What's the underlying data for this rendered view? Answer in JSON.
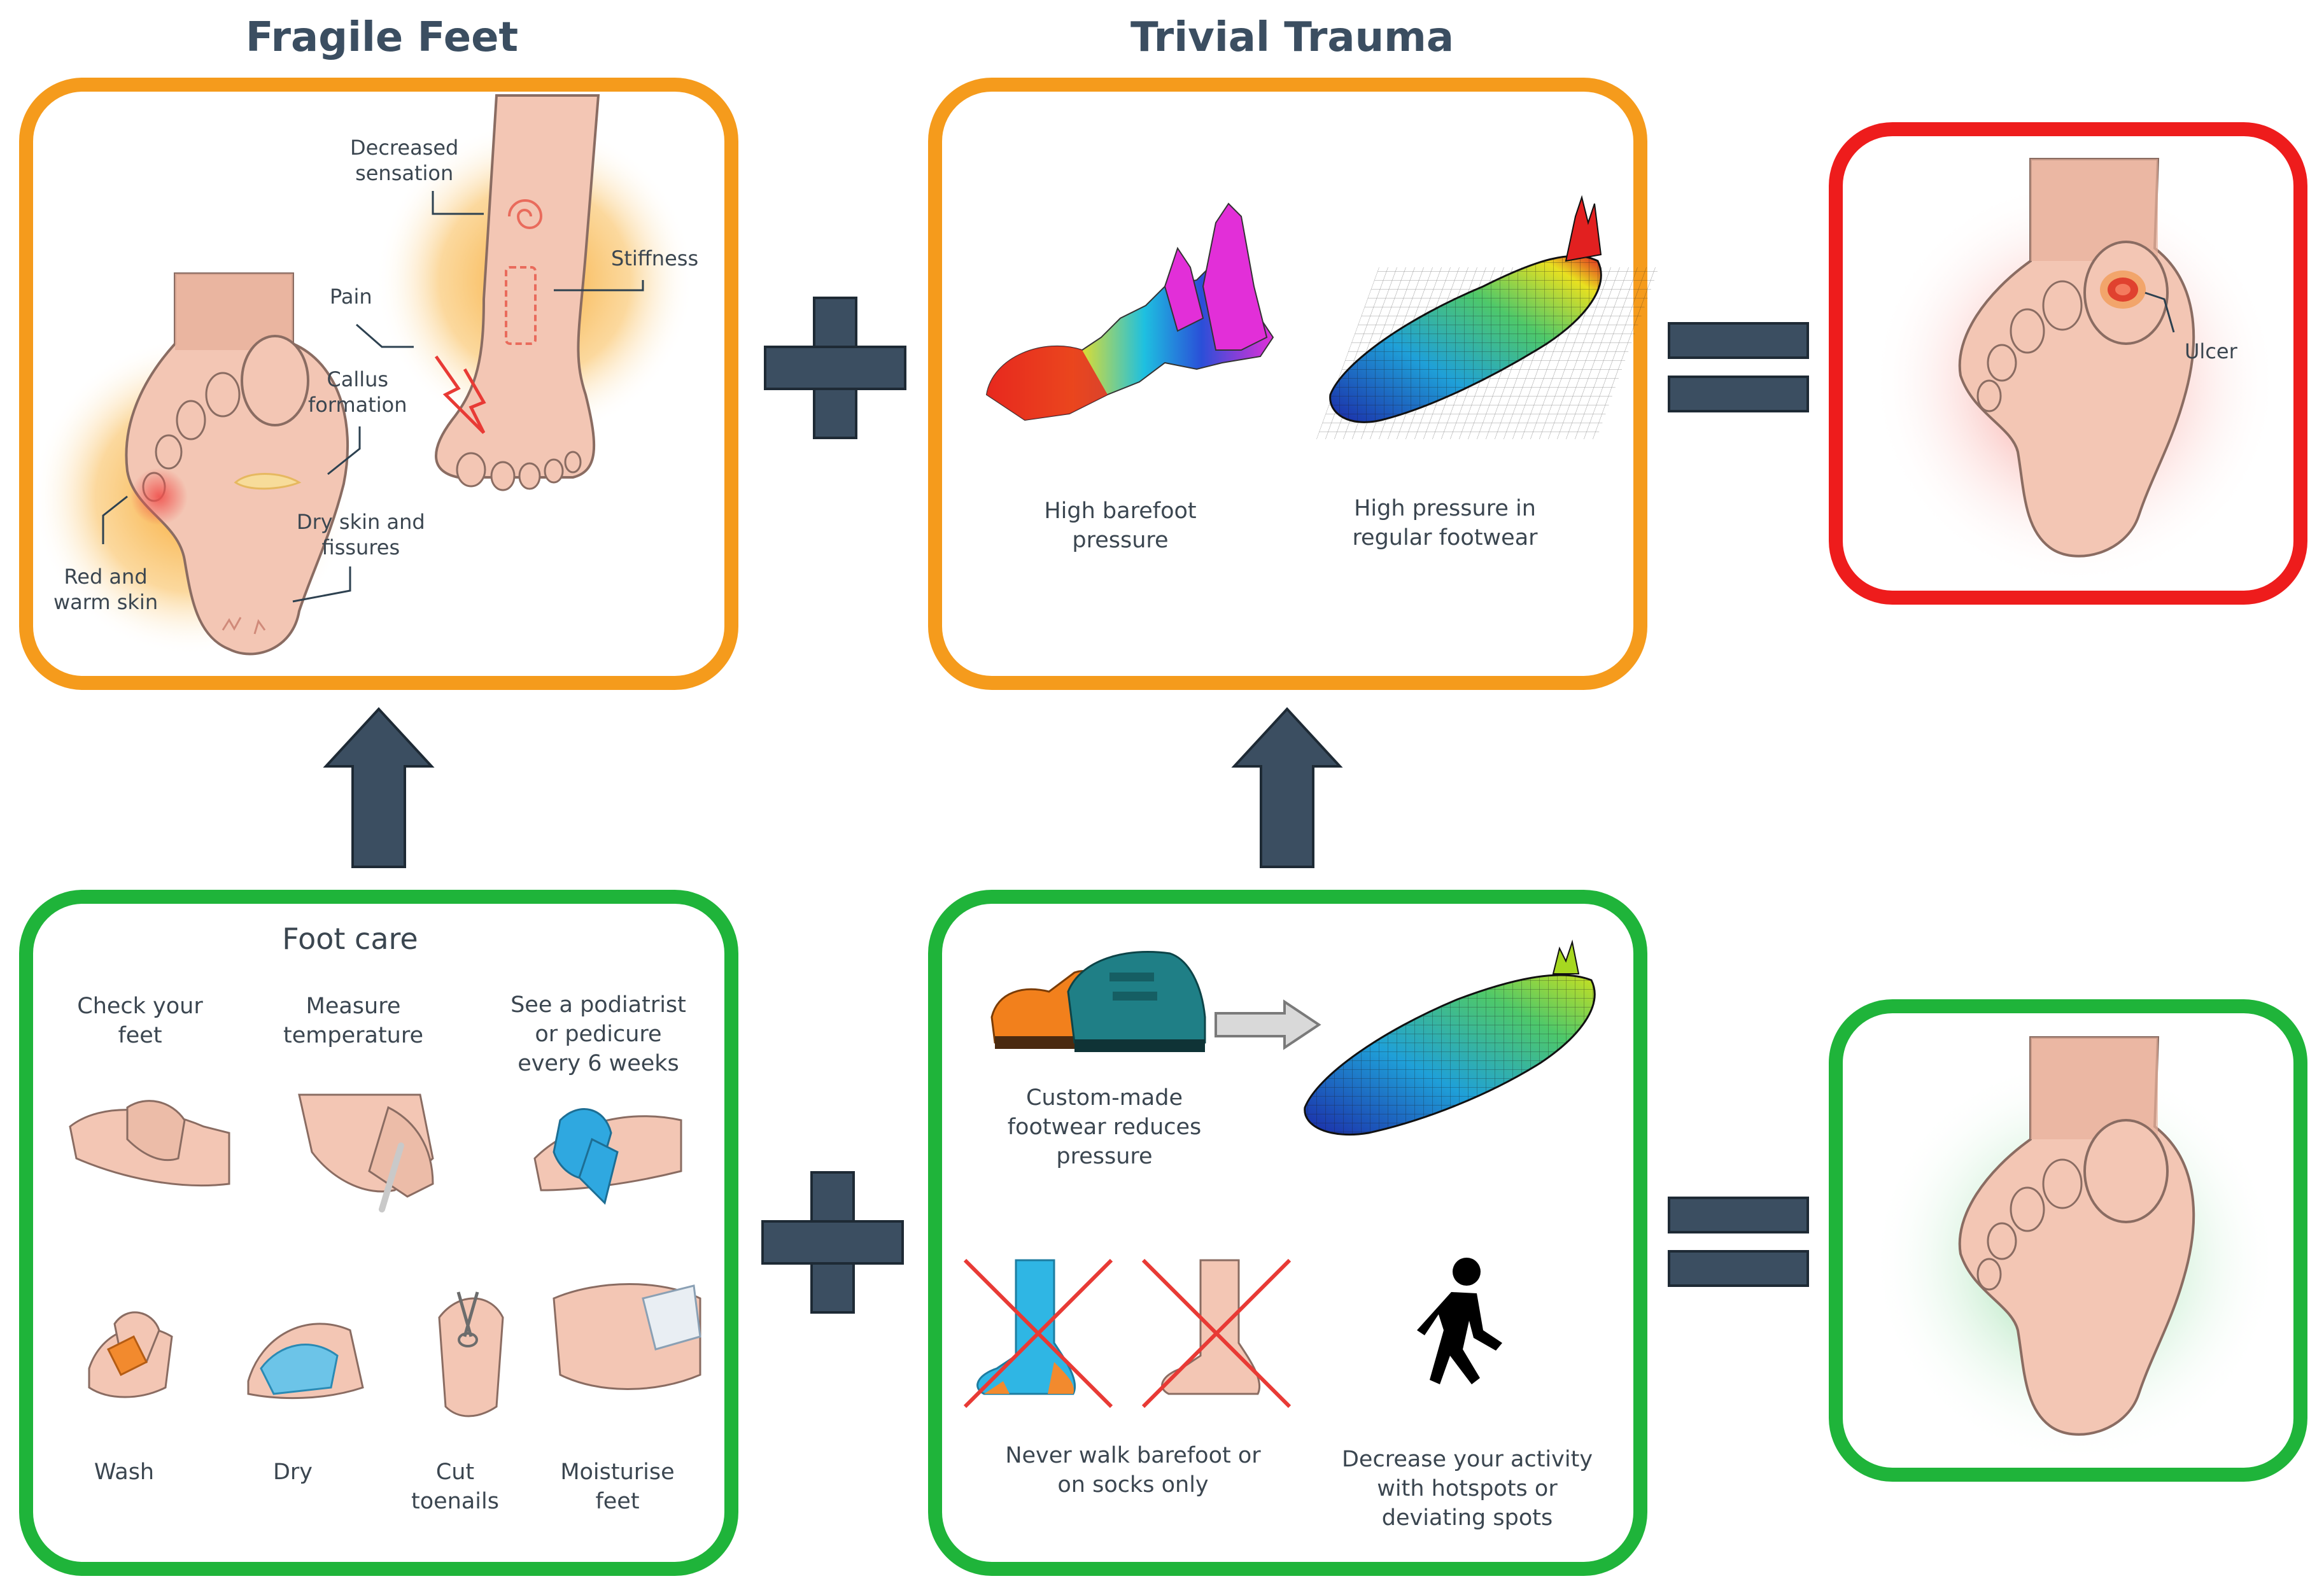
{
  "titles": {
    "fragile_feet": "Fragile Feet",
    "trivial_trauma": "Trivial Trauma"
  },
  "fragile_feet_labels": {
    "decreased_sensation": "Decreased\nsensation",
    "stiffness": "Stiffness",
    "pain": "Pain",
    "callus": "Callus\nformation",
    "dry_skin": "Dry skin and\nfissures",
    "red_warm": "Red and\nwarm skin"
  },
  "trivial_trauma_labels": {
    "barefoot": "High barefoot\npressure",
    "footwear": "High pressure in\nregular footwear"
  },
  "ulcer_label": "Ulcer",
  "foot_care": {
    "heading": "Foot care",
    "items": [
      "Check your\nfeet",
      "Measure\ntemperature",
      "See a podiatrist\nor pedicure\nevery 6 weeks",
      "Wash",
      "Dry",
      "Cut\ntoenails",
      "Moisturise\nfeet"
    ]
  },
  "footwear_panel": {
    "custom": "Custom-made\nfootwear reduces\npressure",
    "never_barefoot": "Never walk barefoot or\non socks only",
    "decrease_activity": "Decrease your activity\nwith hotspots or\ndeviating spots"
  },
  "colors": {
    "orange": "#f59b1c",
    "red": "#ee1c1c",
    "green": "#1fb43a",
    "operator": "#3b4e61",
    "skin": "#f3c6b4",
    "skin_dark": "#e7b09b"
  }
}
